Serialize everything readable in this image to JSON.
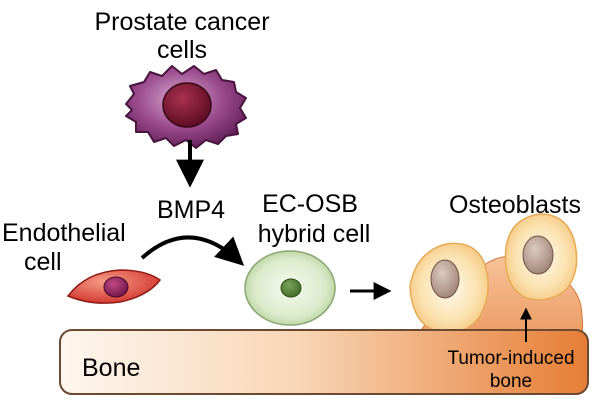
{
  "labels": {
    "prostate_cancer": [
      "Prostate cancer",
      "cells"
    ],
    "bmp4": "BMP4",
    "endothelial": [
      "Endothelial",
      "cell"
    ],
    "hybrid": [
      "EC-OSB",
      "hybrid cell"
    ],
    "osteoblasts": "Osteoblasts",
    "bone": "Bone",
    "tumor_bone": [
      "Tumor-induced",
      "bone"
    ]
  },
  "colors": {
    "cancer_cell": "#7a2b6e",
    "cancer_nucleus": "#6e0f2c",
    "endothelial_cell": "#e2483e",
    "endothelial_nucleus": "#8a1f5a",
    "hybrid_cell": "#cfe2b8",
    "hybrid_nucleus": "#4f7a33",
    "osteoblast": "#f8d89a",
    "osteoblast_nucleus": "#b99c8c",
    "tumor_bone": "#efa776",
    "bone_light": "#fdf0e5",
    "bone_dark": "#e9853f"
  }
}
